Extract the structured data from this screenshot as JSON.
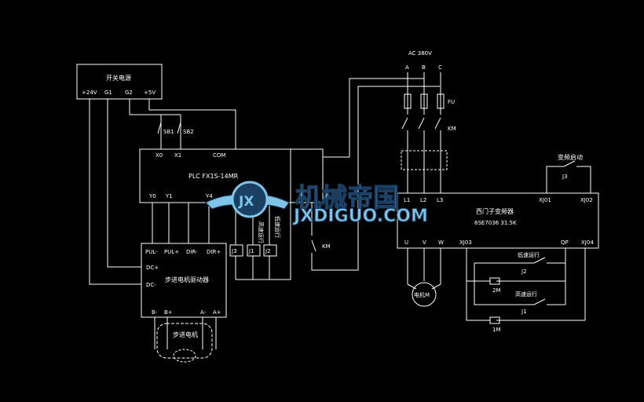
{
  "supply": {
    "label": "AC  380V",
    "phases": [
      "A",
      "B",
      "C"
    ],
    "fuse": "FU",
    "contactor": "KM"
  },
  "power_module": {
    "title": "开关电源",
    "terminals": [
      "+24V",
      "G1",
      "G2",
      "+5V"
    ]
  },
  "switches": [
    "SB1",
    "SB2"
  ],
  "plc": {
    "title": "PLC  FX1S-14MR",
    "inputs": [
      "X0",
      "X1",
      "COM"
    ],
    "outputs": [
      "Y0",
      "Y1",
      "Y4"
    ]
  },
  "driver": {
    "title": "步进电机驱动器",
    "top_terminals": [
      "PUL-",
      "PUL+",
      "DIR-",
      "DIR+"
    ],
    "left_terminals": [
      "DC+",
      "DC-"
    ],
    "bottom_terminals": [
      "B-",
      "B+",
      "A-",
      "A+"
    ]
  },
  "stepper": {
    "title": "步进电机"
  },
  "relays": [
    "J3",
    "J1",
    "J2"
  ],
  "relay_notes": [
    "高速运行",
    "低速运行"
  ],
  "relay_km": "KM",
  "inverter": {
    "title": "西门子变频器",
    "model": "6SE7036   31.5K",
    "top_terminals": [
      "L1",
      "L2",
      "L3",
      "XJ01",
      "XJ02"
    ],
    "bottom_terminals": [
      "U",
      "V",
      "W",
      "XJ03",
      "QP",
      "XJ04"
    ]
  },
  "motor": {
    "label": "电机M"
  },
  "inverter_start": {
    "label": "变频启动",
    "relay": "J3"
  },
  "speed_controls": [
    {
      "label": "低速运行",
      "relay": "J2",
      "pot": "2M"
    },
    {
      "label": "高速运行",
      "relay": "J1",
      "pot": "1M"
    }
  ],
  "watermark": {
    "cn": "机械帝国",
    "en": "JXDIGUO.COM",
    "logo": "JX"
  }
}
